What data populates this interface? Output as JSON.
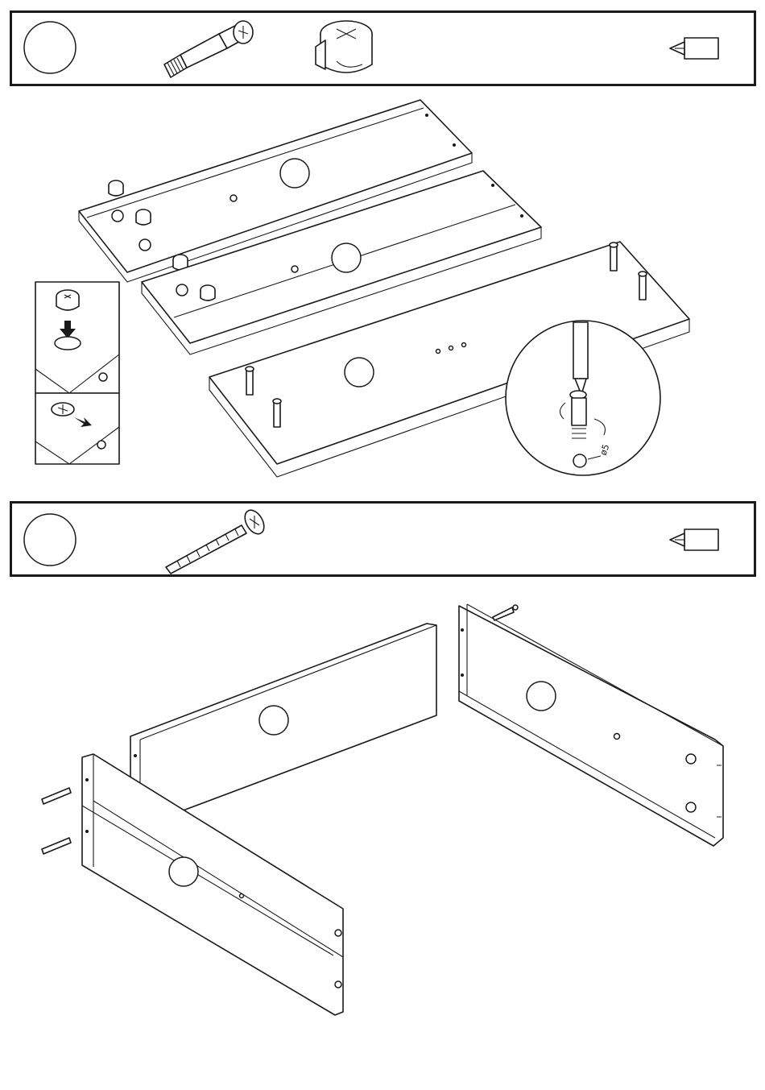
{
  "step1": {
    "parts": [
      "cam-dowel-bolt",
      "cam-lock-nut"
    ],
    "tool": "phillips-screwdriver",
    "dimension_label": "ø5"
  },
  "step2": {
    "parts": [
      "wood-screw"
    ],
    "tool": "phillips-screwdriver"
  },
  "colors": {
    "line": "#1a1a1a",
    "background": "#ffffff"
  }
}
